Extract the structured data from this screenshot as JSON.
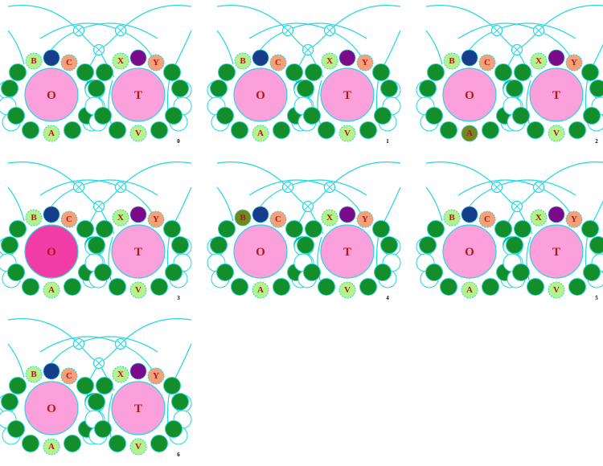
{
  "colors": {
    "wire": "#1fd8e0",
    "background": "#ffffff",
    "big_circle": "#fba0da",
    "big_circle_highlight": "#f23ca6",
    "green": "#148e2a",
    "light_green": "#b6f28c",
    "navy": "#163c8c",
    "purple": "#7a0a8a",
    "salmon": "#f5a078",
    "olive": "#6e8a1e",
    "label_text": "#b01818",
    "index_text": "#000000"
  },
  "left_cluster": {
    "center_label": "O",
    "top_left_label": "B",
    "top_right_label": "C",
    "bottom_label": "A"
  },
  "right_cluster": {
    "center_label": "T",
    "top_left_label": "X",
    "top_right_label": "Y",
    "bottom_label": "V"
  },
  "panels": [
    {
      "index": "0",
      "left_center_fill": "big_circle",
      "A_fill": "light_green",
      "B_fill": "light_green"
    },
    {
      "index": "1",
      "left_center_fill": "big_circle",
      "A_fill": "light_green",
      "B_fill": "light_green"
    },
    {
      "index": "2",
      "left_center_fill": "big_circle",
      "A_fill": "olive",
      "B_fill": "light_green"
    },
    {
      "index": "3",
      "left_center_fill": "big_circle_highlight",
      "A_fill": "light_green",
      "B_fill": "light_green"
    },
    {
      "index": "4",
      "left_center_fill": "big_circle",
      "A_fill": "light_green",
      "B_fill": "olive"
    },
    {
      "index": "5",
      "left_center_fill": "big_circle",
      "A_fill": "light_green",
      "B_fill": "light_green"
    },
    {
      "index": "6",
      "left_center_fill": "big_circle",
      "A_fill": "light_green",
      "B_fill": "light_green"
    }
  ]
}
